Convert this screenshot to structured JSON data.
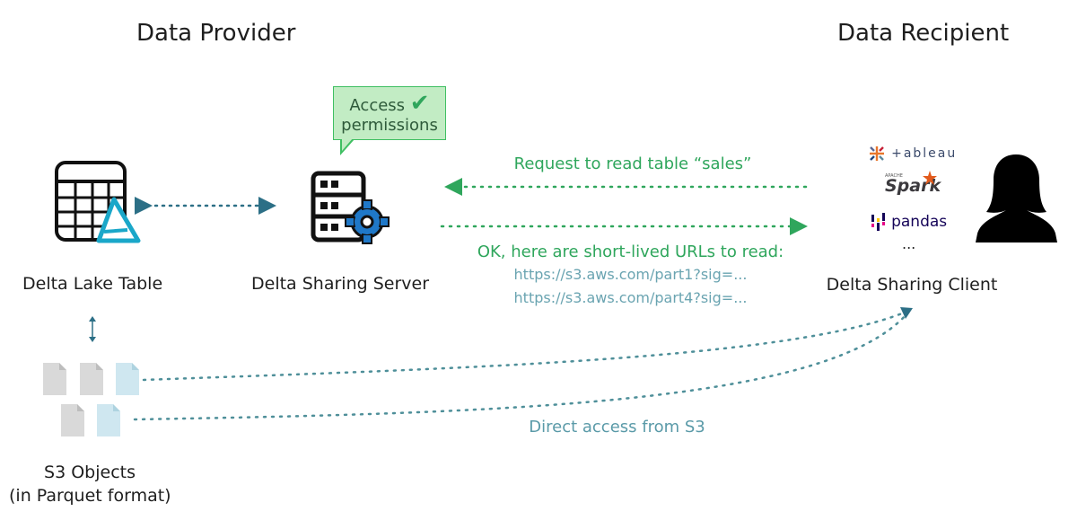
{
  "provider": {
    "title": "Data Provider",
    "table_label": "Delta Lake Table",
    "server_label": "Delta Sharing Server",
    "s3_label_line1": "S3 Objects",
    "s3_label_line2": "(in Parquet format)"
  },
  "recipient": {
    "title": "Data Recipient",
    "client_label": "Delta Sharing Client",
    "tools": {
      "tableau": "+ableau",
      "spark": "Spark",
      "spark_small": "APACHE",
      "pandas": "pandas",
      "more": "..."
    }
  },
  "callout": {
    "line1": "Access",
    "line2": "permissions",
    "check": "✔"
  },
  "messages": {
    "request": "Request to read table “sales”",
    "response": "OK, here are short-lived URLs to read:",
    "url1": "https://s3.aws.com/part1?sig=...",
    "url2": "https://s3.aws.com/part4?sig=...",
    "direct": "Direct access from S3"
  },
  "colors": {
    "green": "#2fa65c",
    "teal": "#4e8f99",
    "file_gray": "#d9d9d9",
    "file_blue": "#cfe7f0",
    "callout_fill": "#c2ecc4",
    "gear_blue": "#1f78c8"
  }
}
